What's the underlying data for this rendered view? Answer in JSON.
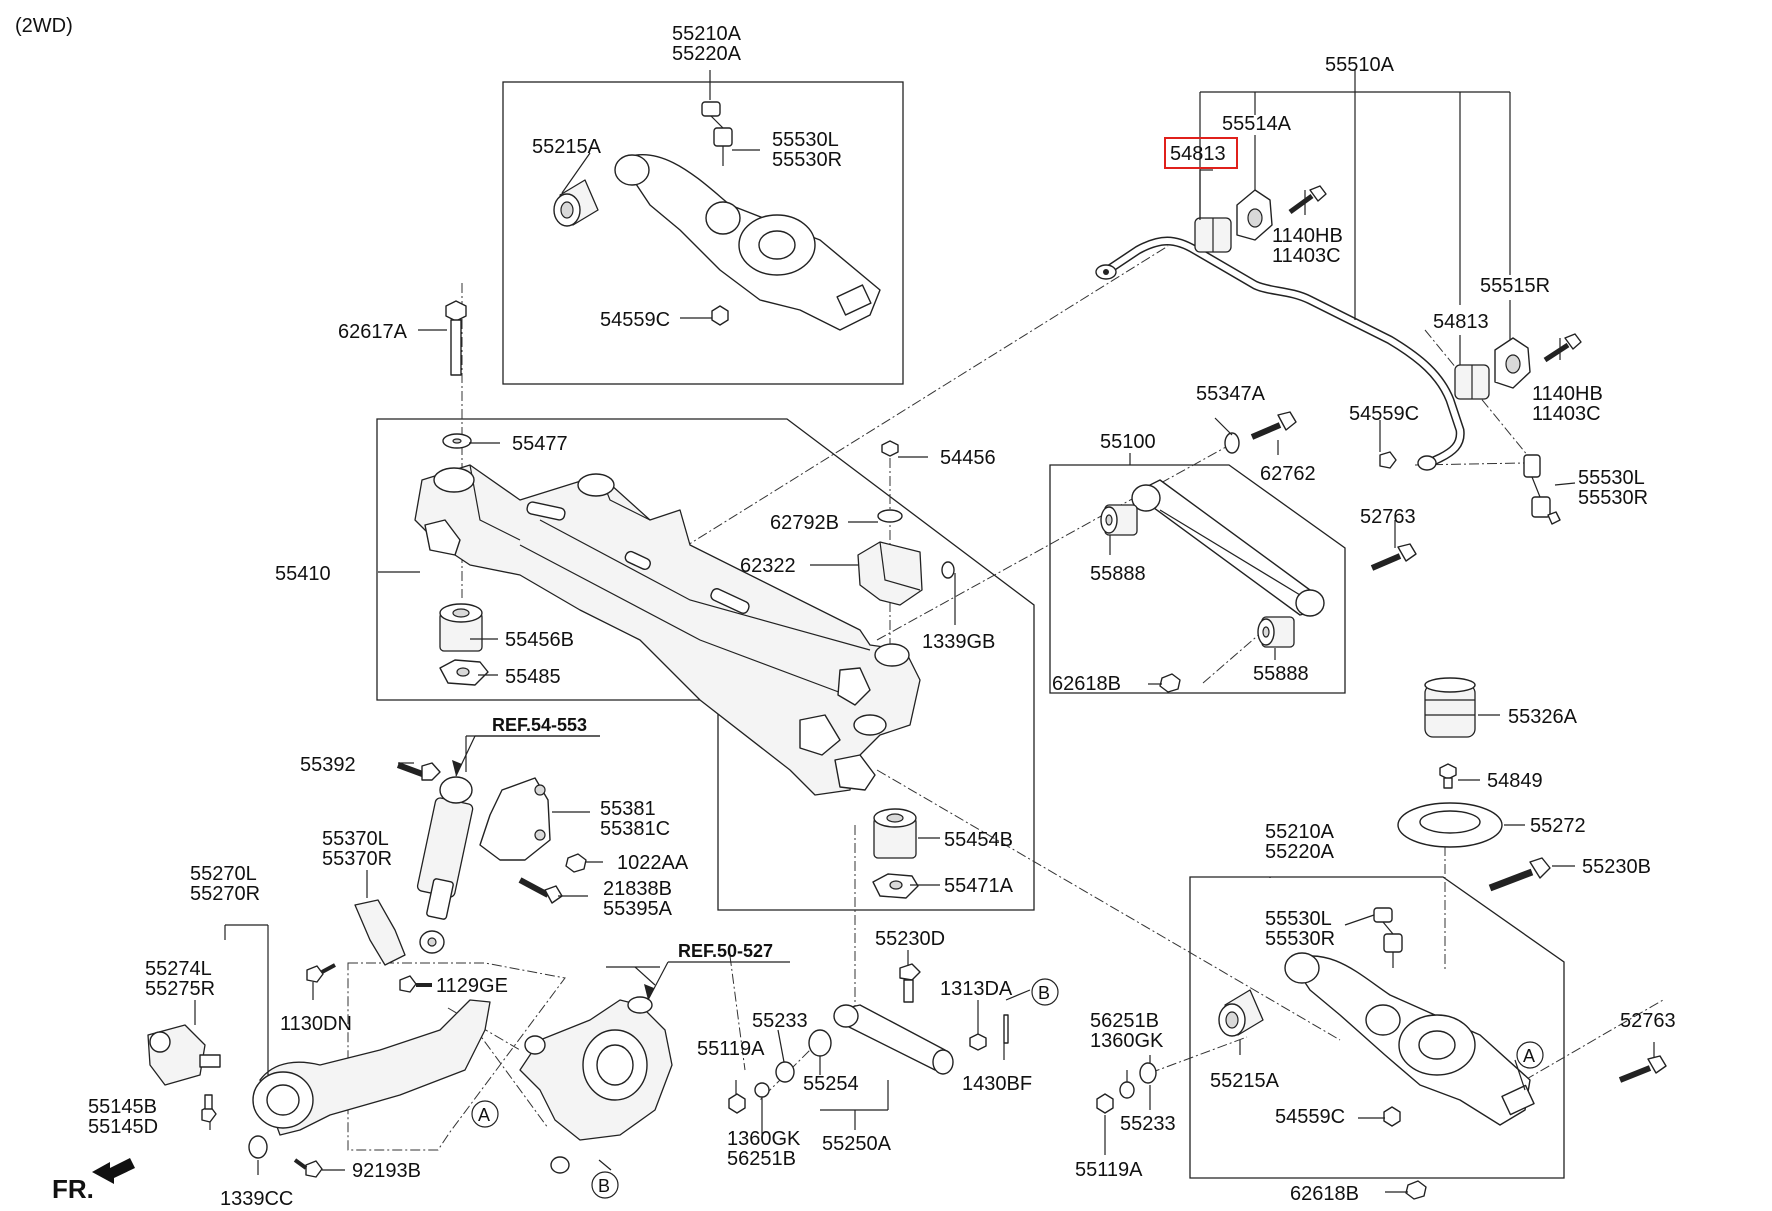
{
  "diagram": {
    "drive_label": "(2WD)",
    "front_label": "FR.",
    "ref_labels": [
      {
        "id": "ref-54-553",
        "text": "REF.54-553"
      },
      {
        "id": "ref-50-527",
        "text": "REF.50-527"
      }
    ],
    "highlighted_part": "54813",
    "highlight_color": "#e0201b",
    "callouts": [
      {
        "id": "callout-a-knuckle",
        "text": "A"
      },
      {
        "id": "callout-b-knuckle",
        "text": "B"
      },
      {
        "id": "callout-b-link",
        "text": "B"
      },
      {
        "id": "callout-a-arm",
        "text": "A"
      }
    ],
    "part_labels": [
      {
        "id": "p1",
        "text": "55210A"
      },
      {
        "id": "p2",
        "text": "55220A"
      },
      {
        "id": "p3",
        "text": "55215A"
      },
      {
        "id": "p4",
        "text": "55530L"
      },
      {
        "id": "p5",
        "text": "55530R"
      },
      {
        "id": "p6",
        "text": "54559C"
      },
      {
        "id": "p7",
        "text": "62617A"
      },
      {
        "id": "p8",
        "text": "55510A"
      },
      {
        "id": "p9",
        "text": "55514A"
      },
      {
        "id": "p10",
        "text": "54813"
      },
      {
        "id": "p11",
        "text": "1140HB"
      },
      {
        "id": "p12",
        "text": "11403C"
      },
      {
        "id": "p13",
        "text": "55515R"
      },
      {
        "id": "p14",
        "text": "54813"
      },
      {
        "id": "p15",
        "text": "1140HB"
      },
      {
        "id": "p16",
        "text": "11403C"
      },
      {
        "id": "p17",
        "text": "55347A"
      },
      {
        "id": "p18",
        "text": "54559C"
      },
      {
        "id": "p19",
        "text": "62762"
      },
      {
        "id": "p20",
        "text": "55530L"
      },
      {
        "id": "p21",
        "text": "55530R"
      },
      {
        "id": "p22",
        "text": "55100"
      },
      {
        "id": "p23",
        "text": "52763"
      },
      {
        "id": "p24",
        "text": "55888"
      },
      {
        "id": "p25",
        "text": "55888"
      },
      {
        "id": "p26",
        "text": "62618B"
      },
      {
        "id": "p27",
        "text": "55477"
      },
      {
        "id": "p28",
        "text": "54456"
      },
      {
        "id": "p29",
        "text": "62792B"
      },
      {
        "id": "p30",
        "text": "62322"
      },
      {
        "id": "p31",
        "text": "55410"
      },
      {
        "id": "p32",
        "text": "1339GB"
      },
      {
        "id": "p33",
        "text": "55456B"
      },
      {
        "id": "p34",
        "text": "55485"
      },
      {
        "id": "p35",
        "text": "55454B"
      },
      {
        "id": "p36",
        "text": "55471A"
      },
      {
        "id": "p37",
        "text": "55326A"
      },
      {
        "id": "p38",
        "text": "54849"
      },
      {
        "id": "p39",
        "text": "55272"
      },
      {
        "id": "p40",
        "text": "55210A"
      },
      {
        "id": "p41",
        "text": "55220A"
      },
      {
        "id": "p42",
        "text": "55230B"
      },
      {
        "id": "p43",
        "text": "55530L"
      },
      {
        "id": "p44",
        "text": "55530R"
      },
      {
        "id": "p45",
        "text": "55392"
      },
      {
        "id": "p46",
        "text": "55381"
      },
      {
        "id": "p47",
        "text": "55381C"
      },
      {
        "id": "p48",
        "text": "55370L"
      },
      {
        "id": "p49",
        "text": "55370R"
      },
      {
        "id": "p50",
        "text": "1022AA"
      },
      {
        "id": "p51",
        "text": "21838B"
      },
      {
        "id": "p52",
        "text": "55395A"
      },
      {
        "id": "p53",
        "text": "55270L"
      },
      {
        "id": "p54",
        "text": "55270R"
      },
      {
        "id": "p55",
        "text": "55274L"
      },
      {
        "id": "p56",
        "text": "55275R"
      },
      {
        "id": "p57",
        "text": "1129GE"
      },
      {
        "id": "p58",
        "text": "1130DN"
      },
      {
        "id": "p59",
        "text": "55145B"
      },
      {
        "id": "p60",
        "text": "55145D"
      },
      {
        "id": "p61",
        "text": "1339CC"
      },
      {
        "id": "p62",
        "text": "92193B"
      },
      {
        "id": "p63",
        "text": "55230D"
      },
      {
        "id": "p64",
        "text": "1313DA"
      },
      {
        "id": "p65",
        "text": "55233"
      },
      {
        "id": "p66",
        "text": "55119A"
      },
      {
        "id": "p67",
        "text": "55254"
      },
      {
        "id": "p68",
        "text": "1430BF"
      },
      {
        "id": "p69",
        "text": "1360GK"
      },
      {
        "id": "p70",
        "text": "56251B"
      },
      {
        "id": "p71",
        "text": "55250A"
      },
      {
        "id": "p72",
        "text": "56251B"
      },
      {
        "id": "p73",
        "text": "1360GK"
      },
      {
        "id": "p74",
        "text": "55215A"
      },
      {
        "id": "p75",
        "text": "55233"
      },
      {
        "id": "p76",
        "text": "55119A"
      },
      {
        "id": "p77",
        "text": "54559C"
      },
      {
        "id": "p78",
        "text": "52763"
      },
      {
        "id": "p79",
        "text": "62618B"
      }
    ]
  }
}
